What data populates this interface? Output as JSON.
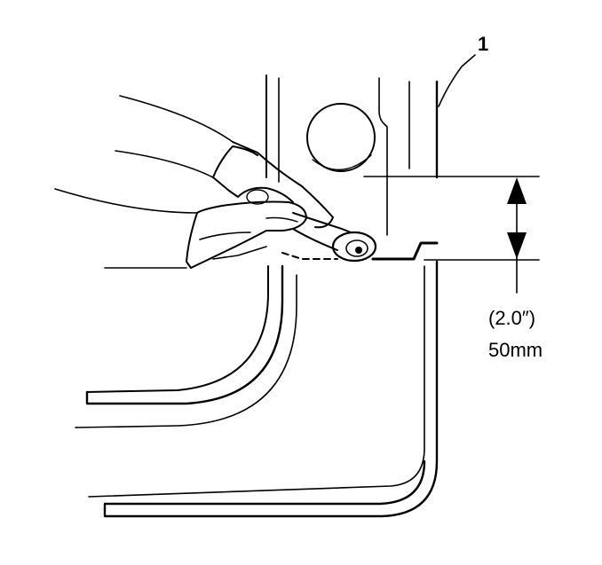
{
  "callout": {
    "number": "1"
  },
  "dimension": {
    "imperial": "(2.0″)",
    "metric": "50mm"
  },
  "colors": {
    "ink": "#000000",
    "paper": "#ffffff"
  }
}
